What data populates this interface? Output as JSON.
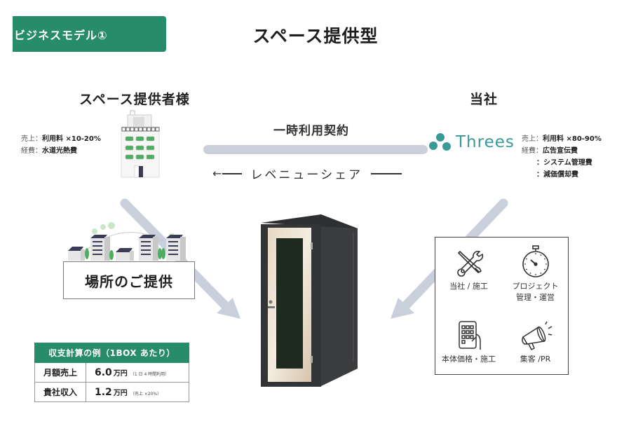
{
  "header": {
    "badge": "ビジネスモデル①",
    "title": "スペース提供型"
  },
  "colors": {
    "accent_green": "#268c6a",
    "arrow_gray": "#c9d0db",
    "brand_teal": "#3a9a98"
  },
  "provider": {
    "title": "スペース提供者様",
    "sales_label": "売上：",
    "sales_value": "利用料 ×10-20%",
    "expense_label": "経費：",
    "expense_value": "水道光熱費",
    "icon": "office-building-icon",
    "place_label": "場所のご提供",
    "place_icon": "city-skyline-icon"
  },
  "company": {
    "title": "当社",
    "logo_text": "Threes",
    "sales_label": "売上：",
    "sales_value": "利用料 ×80-90%",
    "expense_label": "経費：",
    "expenses": [
      "広告宣伝費",
      "：システム管理費",
      "：減価償却費"
    ]
  },
  "center": {
    "contract_label": "一時利用契約",
    "revenue_label": "レベニューシェア",
    "booth_icon": "booth-icon"
  },
  "services": [
    {
      "label": "当社 / 施工",
      "icon": "wrench-screwdriver-icon"
    },
    {
      "label": "プロジェクト\n管理・運営",
      "label_line1": "プロジェクト",
      "label_line2": "管理・運営",
      "icon": "stopwatch-icon"
    },
    {
      "label": "本体価格・施工",
      "icon": "tablet-hand-icon"
    },
    {
      "label": "集客 /PR",
      "icon": "megaphone-icon"
    }
  ],
  "calc_table": {
    "header": "収支計算の例（1BOX あたり）",
    "rows": [
      {
        "key": "月額売上",
        "value": "6.0",
        "unit": "万円",
        "note": "（1 日 4 時間利用）"
      },
      {
        "key": "貴社収入",
        "value": "1.2",
        "unit": "万円",
        "note": "（売上 ×20%）"
      }
    ]
  }
}
